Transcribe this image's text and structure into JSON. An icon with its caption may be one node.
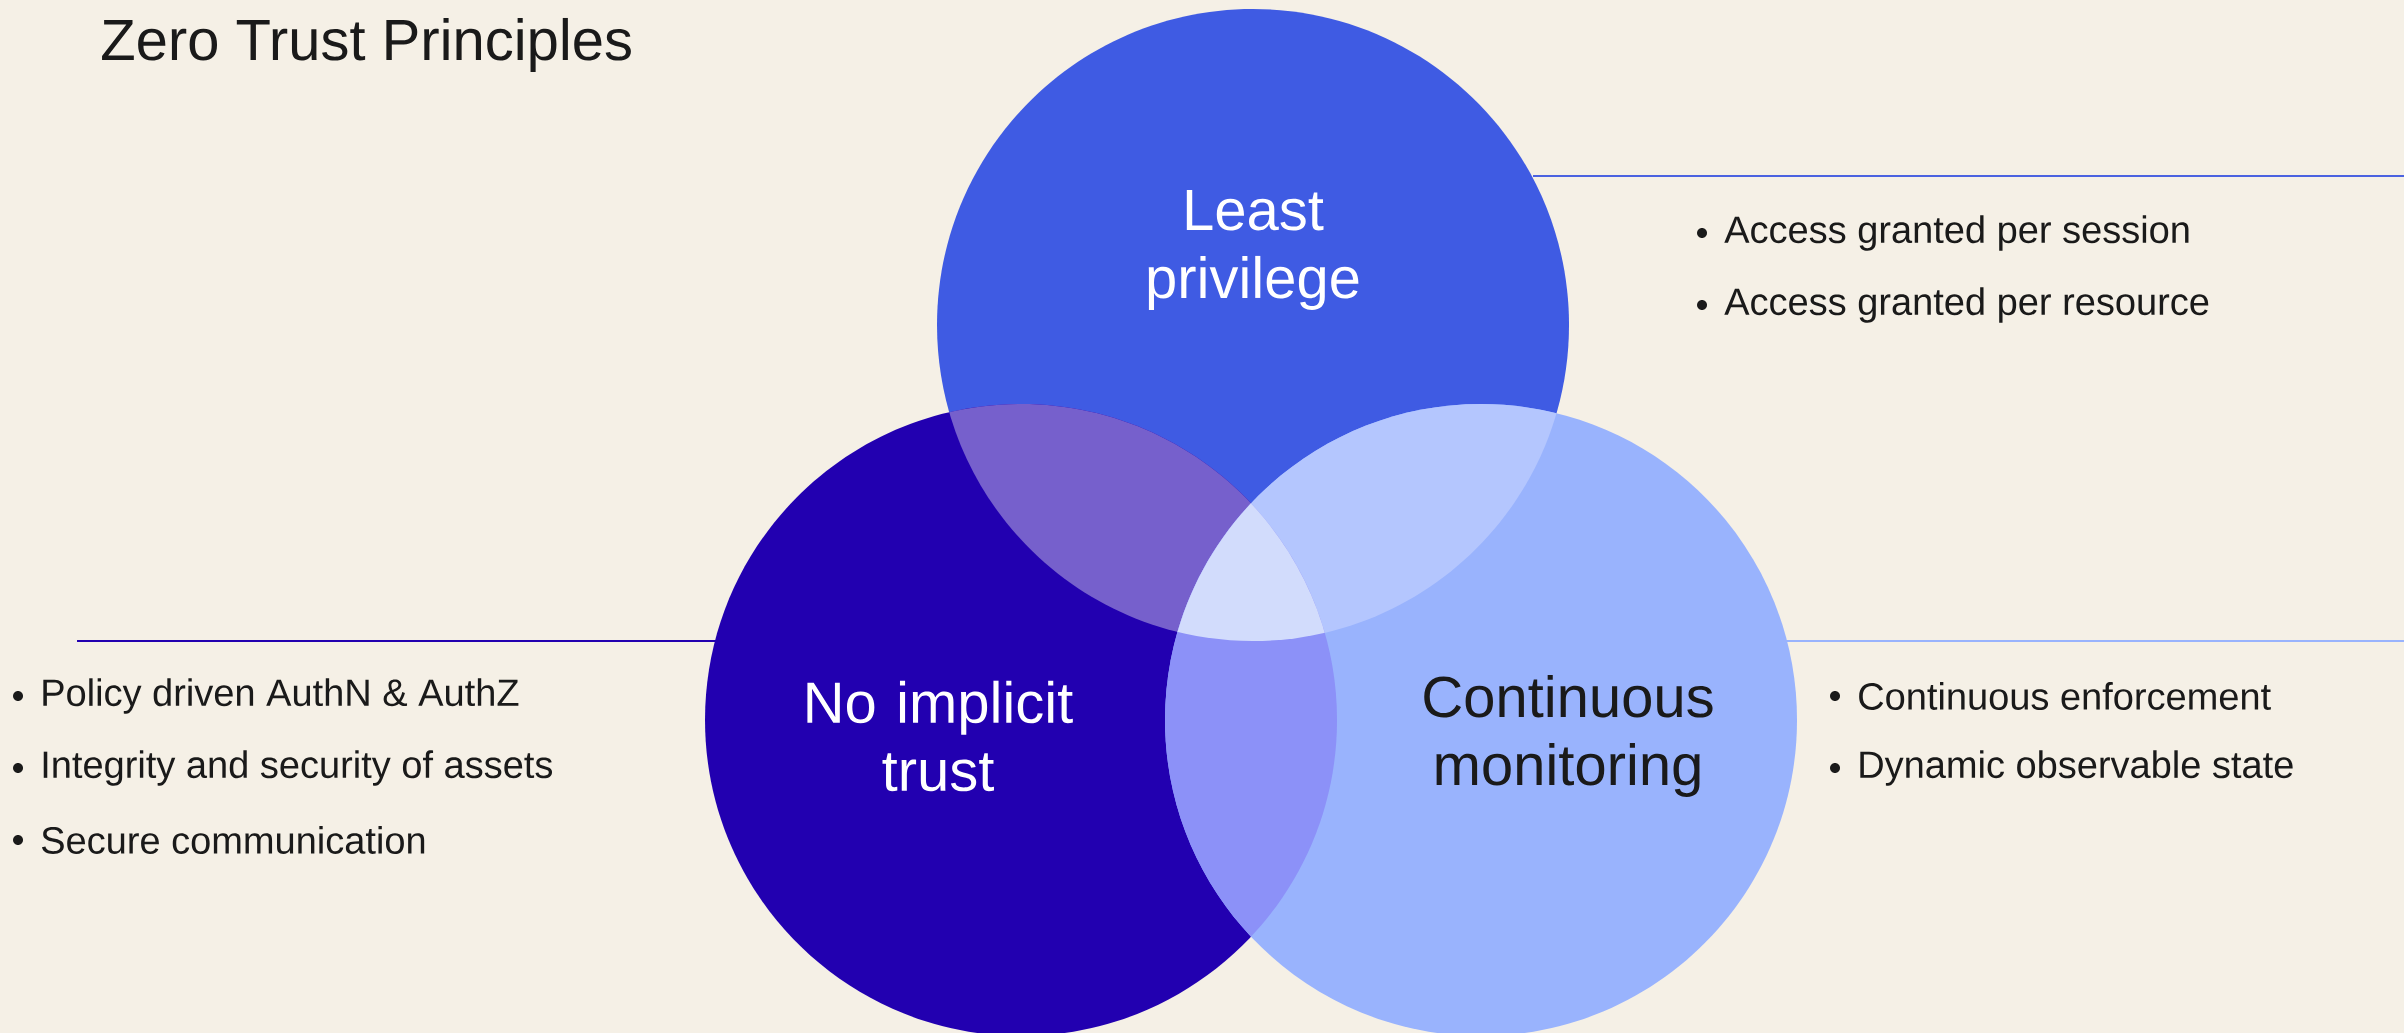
{
  "diagram": {
    "title": "Zero Trust Principles",
    "nodes": [
      {
        "text": [
          "Least privilege"
        ],
        "beside": [
          "Access granted per session",
          "Access granted per resource"
        ]
      },
      {
        "text": [
          "No implicit trust"
        ],
        "beside": [
          "Policy driven AuthN & AuthZ",
          "Integrity and security of assets",
          "Secure communication"
        ]
      },
      {
        "text": [
          "Continuous monitoring"
        ],
        "beside": [
          "Continuous enforcement",
          "Dynamic observable state"
        ]
      }
    ]
  }
}
